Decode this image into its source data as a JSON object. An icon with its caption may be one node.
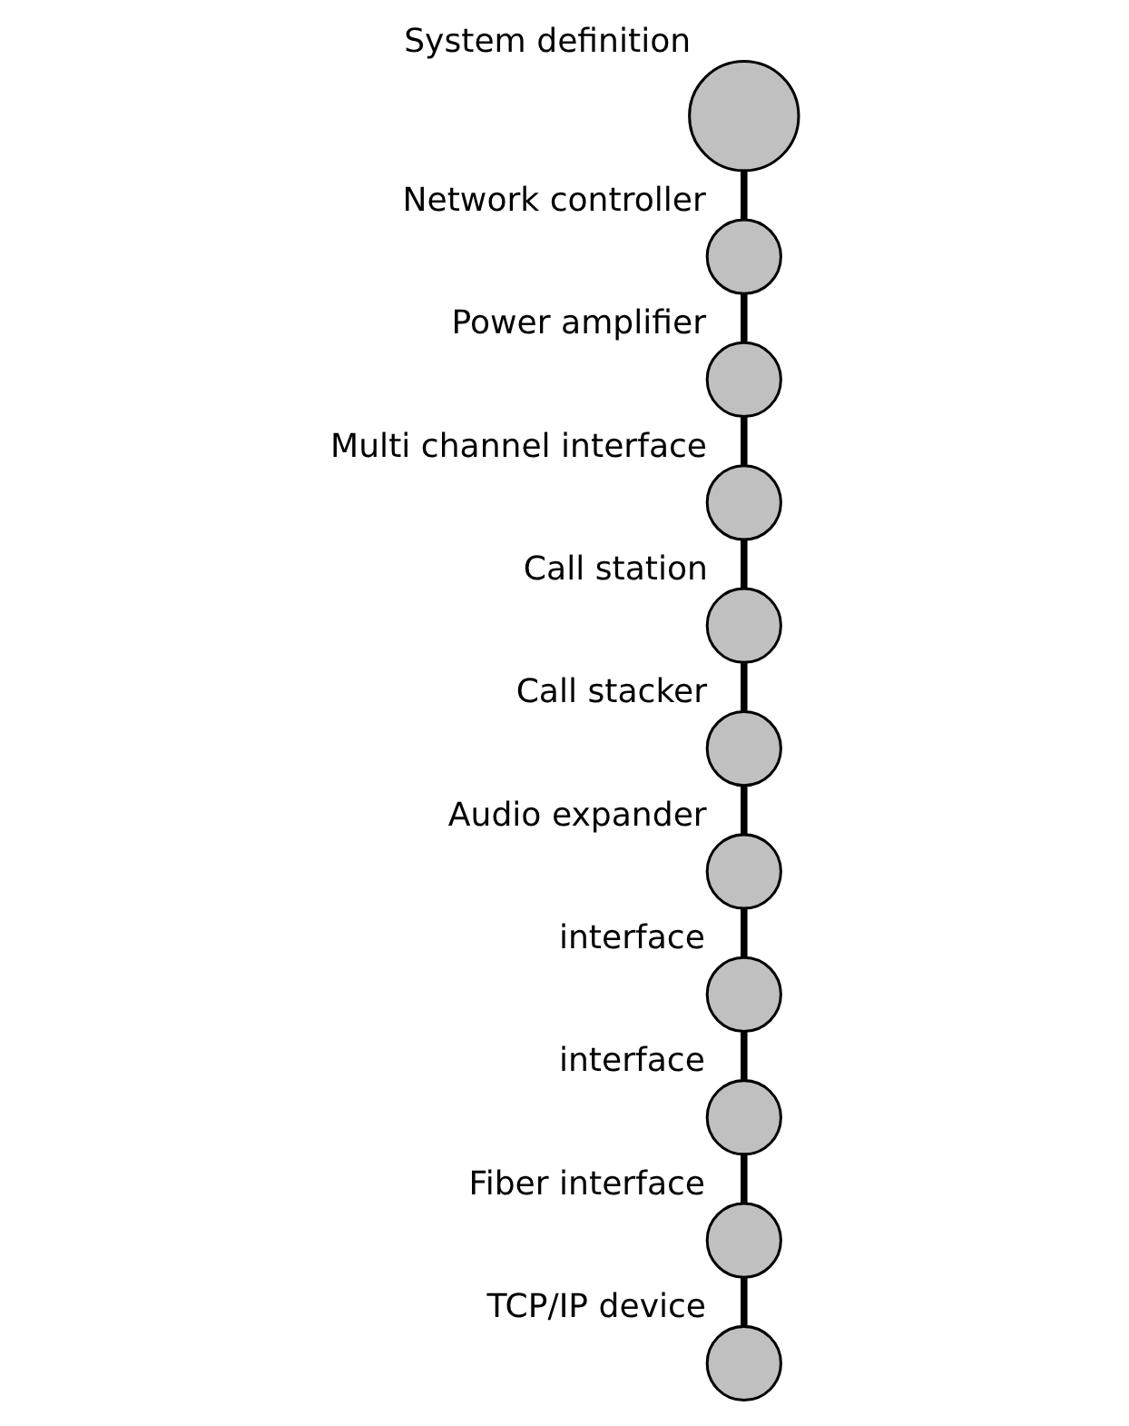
{
  "diagram": {
    "nodes": [
      {
        "text": [],
        "shape": "circle",
        "beside": [
          "System definition"
        ]
      },
      {
        "text": [],
        "shape": "circle",
        "beside": [
          "Network controller"
        ]
      },
      {
        "text": [],
        "shape": "circle",
        "beside": [
          "Power amplifier"
        ]
      },
      {
        "text": [],
        "shape": "circle",
        "beside": [
          "Multi channel interface"
        ]
      },
      {
        "text": [],
        "shape": "circle",
        "beside": [
          "Call station"
        ]
      },
      {
        "text": [],
        "shape": "circle",
        "beside": [
          "Call stacker"
        ]
      },
      {
        "text": [],
        "shape": "circle",
        "beside": [
          "Audio expander"
        ]
      },
      {
        "text": [],
        "shape": "circle",
        "beside": [
          "interface"
        ]
      },
      {
        "text": [],
        "shape": "circle",
        "beside": [
          "interface"
        ]
      },
      {
        "text": [],
        "shape": "circle",
        "beside": [
          "Fiber interface"
        ]
      },
      {
        "text": [],
        "shape": "circle",
        "beside": [
          "TCP/IP device"
        ]
      }
    ],
    "edges": [
      {
        "from": 0,
        "to": 1,
        "arrow": "none"
      },
      {
        "from": 1,
        "to": 2,
        "arrow": "none"
      },
      {
        "from": 2,
        "to": 3,
        "arrow": "none"
      },
      {
        "from": 3,
        "to": 4,
        "arrow": "none"
      },
      {
        "from": 4,
        "to": 5,
        "arrow": "none"
      },
      {
        "from": 5,
        "to": 6,
        "arrow": "none"
      },
      {
        "from": 6,
        "to": 7,
        "arrow": "none"
      },
      {
        "from": 7,
        "to": 8,
        "arrow": "none"
      },
      {
        "from": 8,
        "to": 9,
        "arrow": "none"
      },
      {
        "from": 9,
        "to": 10,
        "arrow": "none"
      }
    ]
  }
}
